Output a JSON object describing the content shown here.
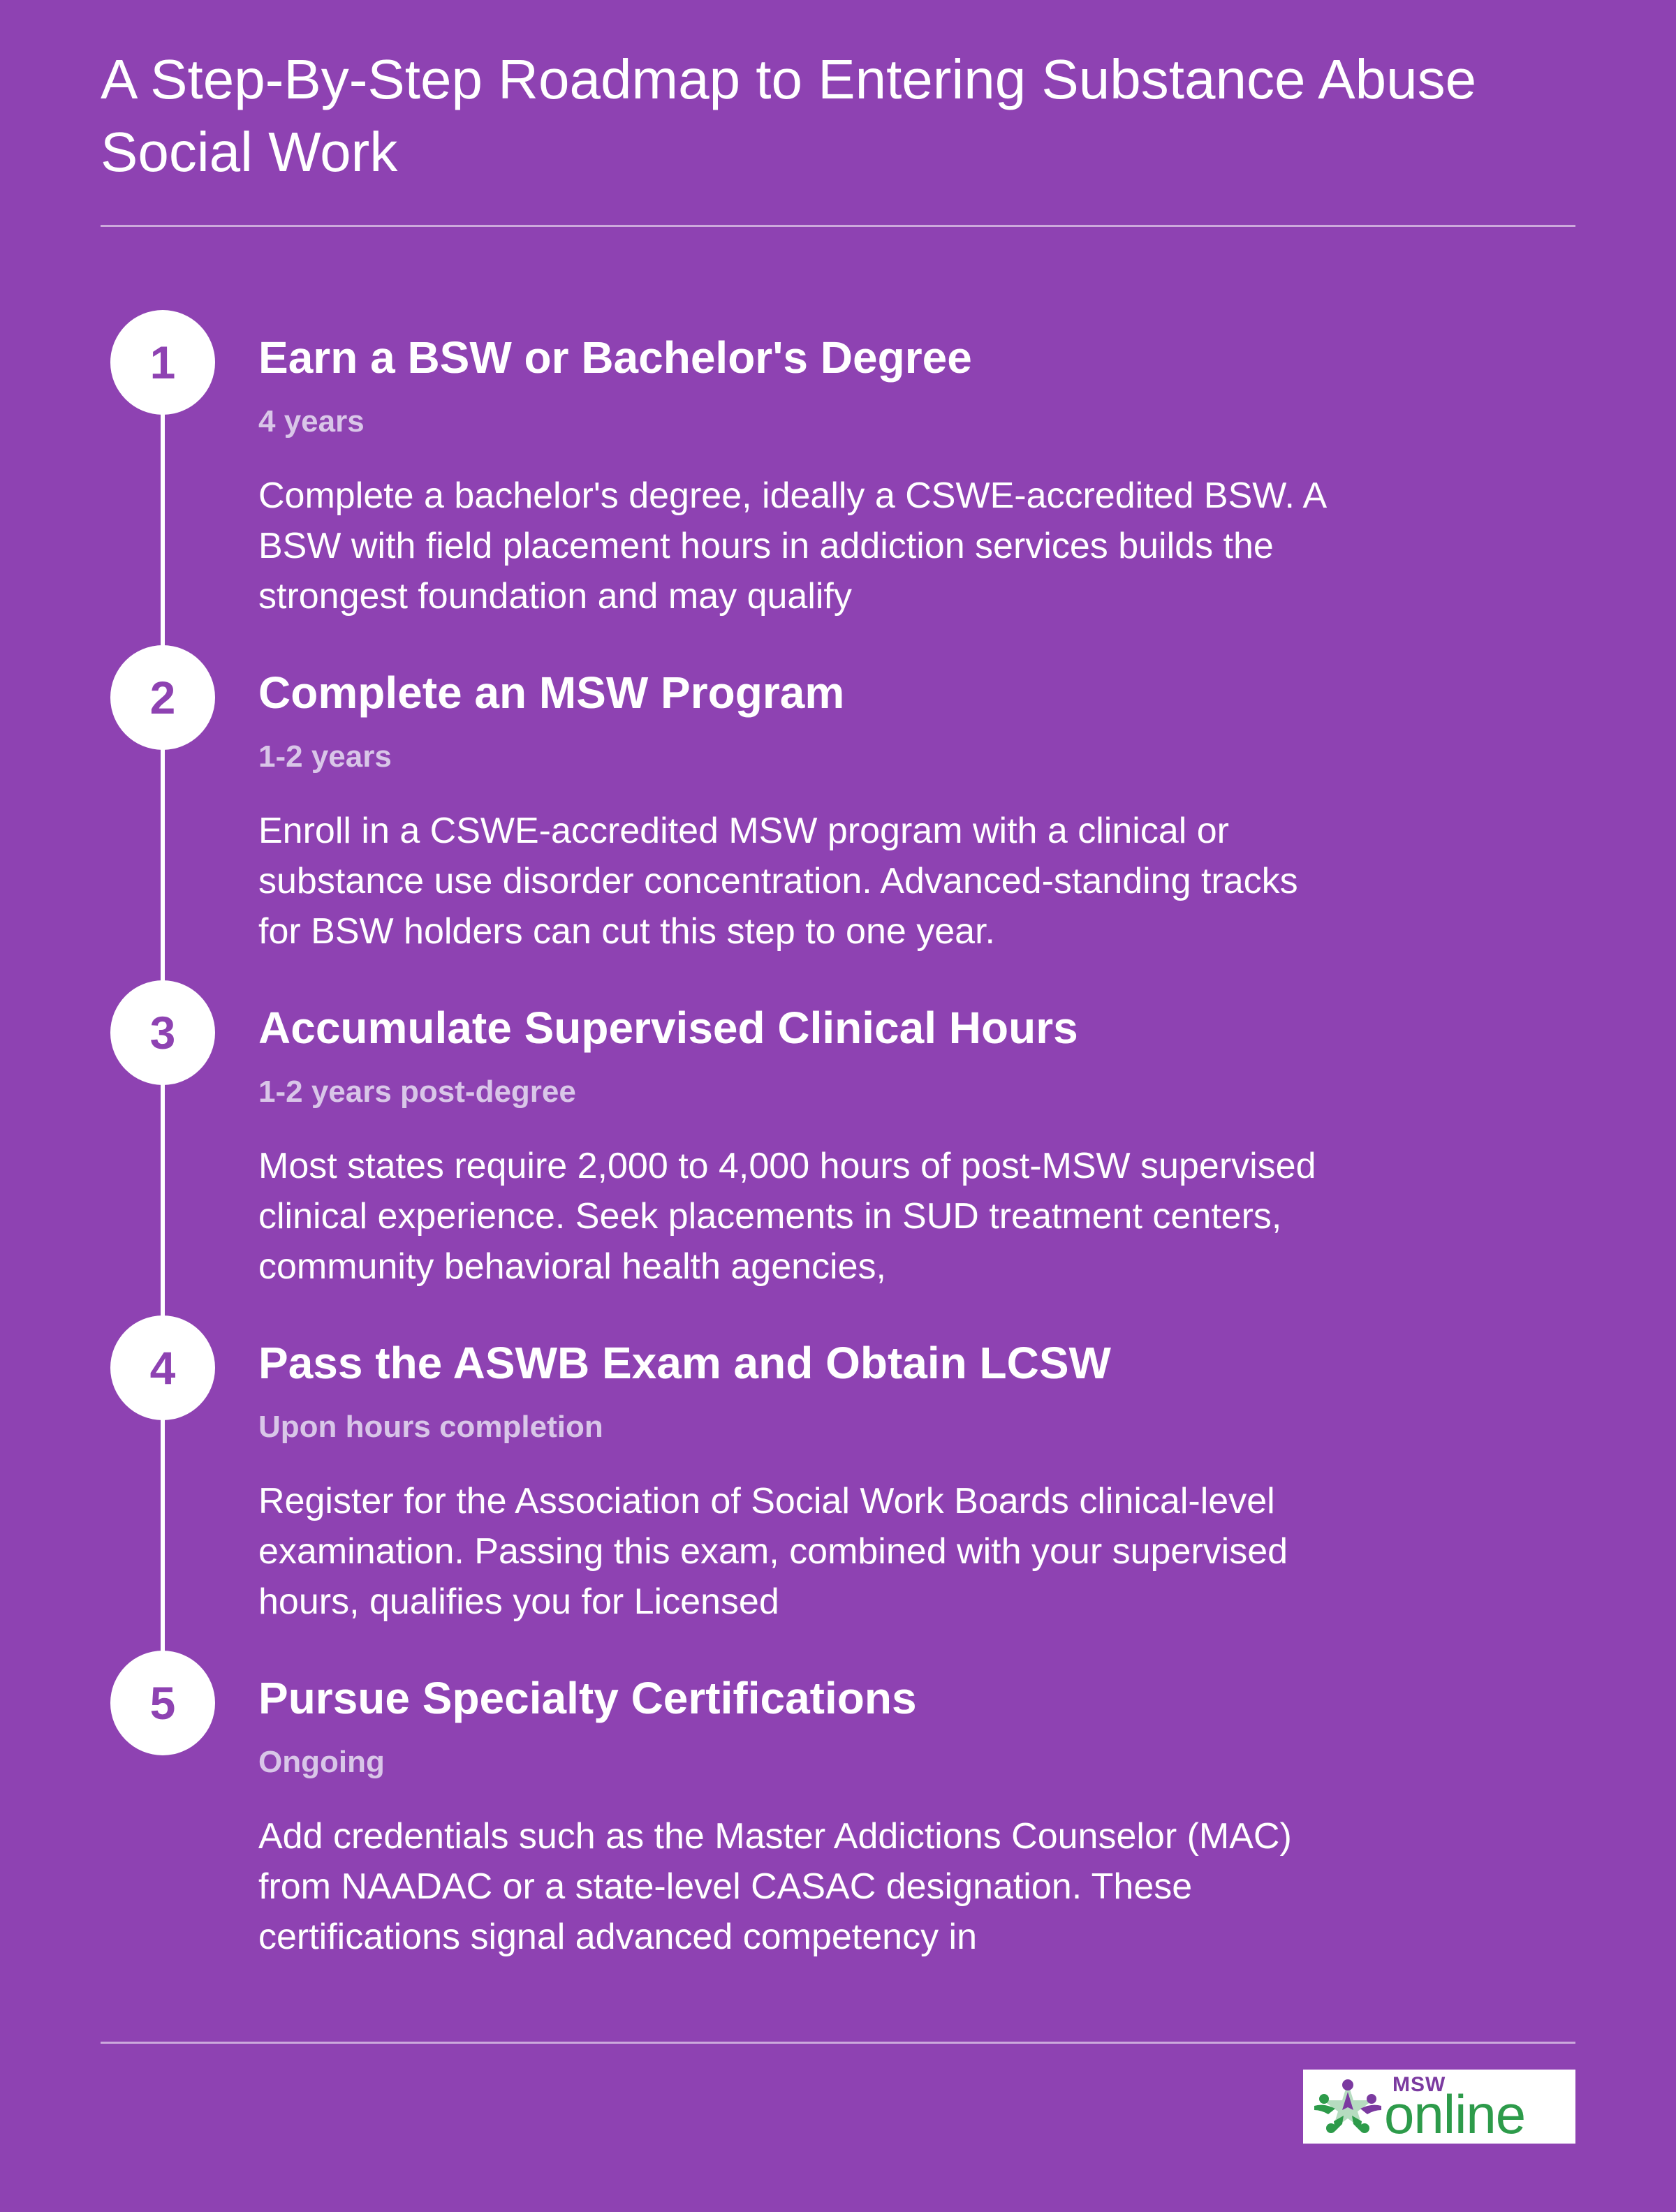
{
  "page": {
    "title": "A Step-By-Step Roadmap to Entering Substance Abuse Social Work"
  },
  "colors": {
    "background": "#8e42b2",
    "circle_fill": "#ffffff",
    "number_color": "#8e42b2",
    "duration_color": "#d9c6e8",
    "logo_purple": "#7b3aa0",
    "logo_green": "#2d9b4a"
  },
  "steps": [
    {
      "number": "1",
      "title": "Earn a BSW or Bachelor's Degree",
      "duration": "4 years",
      "description": "Complete a bachelor's degree, ideally a CSWE-accredited BSW. A BSW with field placement hours in addiction services builds the strongest foundation and may qualify"
    },
    {
      "number": "2",
      "title": "Complete an MSW Program",
      "duration": "1-2 years",
      "description": "Enroll in a CSWE-accredited MSW program with a clinical or substance use disorder concentration. Advanced-standing tracks for BSW holders can cut this step to one year."
    },
    {
      "number": "3",
      "title": "Accumulate Supervised Clinical Hours",
      "duration": "1-2 years post-degree",
      "description": "Most states require 2,000 to 4,000 hours of post-MSW supervised clinical experience. Seek placements in SUD treatment centers, community behavioral health agencies,"
    },
    {
      "number": "4",
      "title": "Pass the ASWB Exam and Obtain LCSW",
      "duration": "Upon hours completion",
      "description": "Register for the Association of Social Work Boards clinical-level examination. Passing this exam, combined with your supervised hours, qualifies you for Licensed"
    },
    {
      "number": "5",
      "title": "Pursue Specialty Certifications",
      "duration": "Ongoing",
      "description": "Add credentials such as the Master Addictions Counselor (MAC) from NAADAC or a state-level CASAC designation. These certifications signal advanced competency in"
    }
  ],
  "logo": {
    "msw": "MSW",
    "online": "online",
    "icon": "people-star-logo-icon"
  }
}
